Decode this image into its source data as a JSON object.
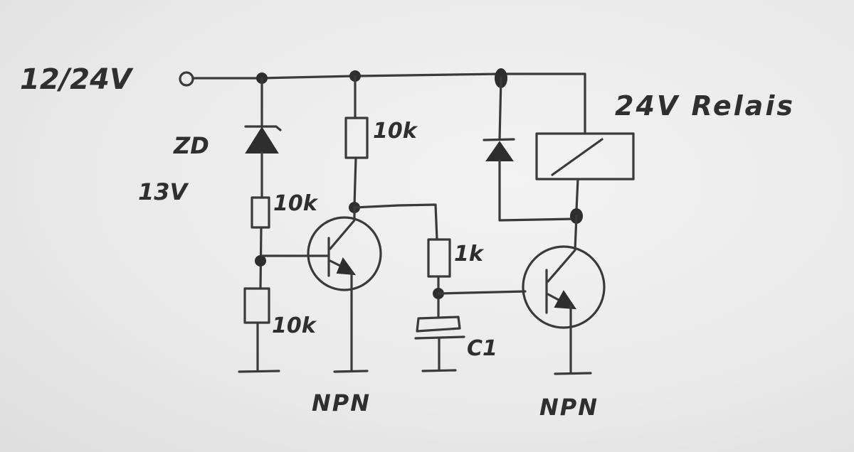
{
  "labels": {
    "supply": "12/24V",
    "zener_name": "ZD",
    "zener_voltage": "13V",
    "r_top_divider": "10k",
    "r_bottom_divider": "10k",
    "r_collector": "10k",
    "r_base": "1k",
    "capacitor": "C1",
    "relay": "24V Relais",
    "transistor_left": "NPN",
    "transistor_right": "NPN"
  }
}
